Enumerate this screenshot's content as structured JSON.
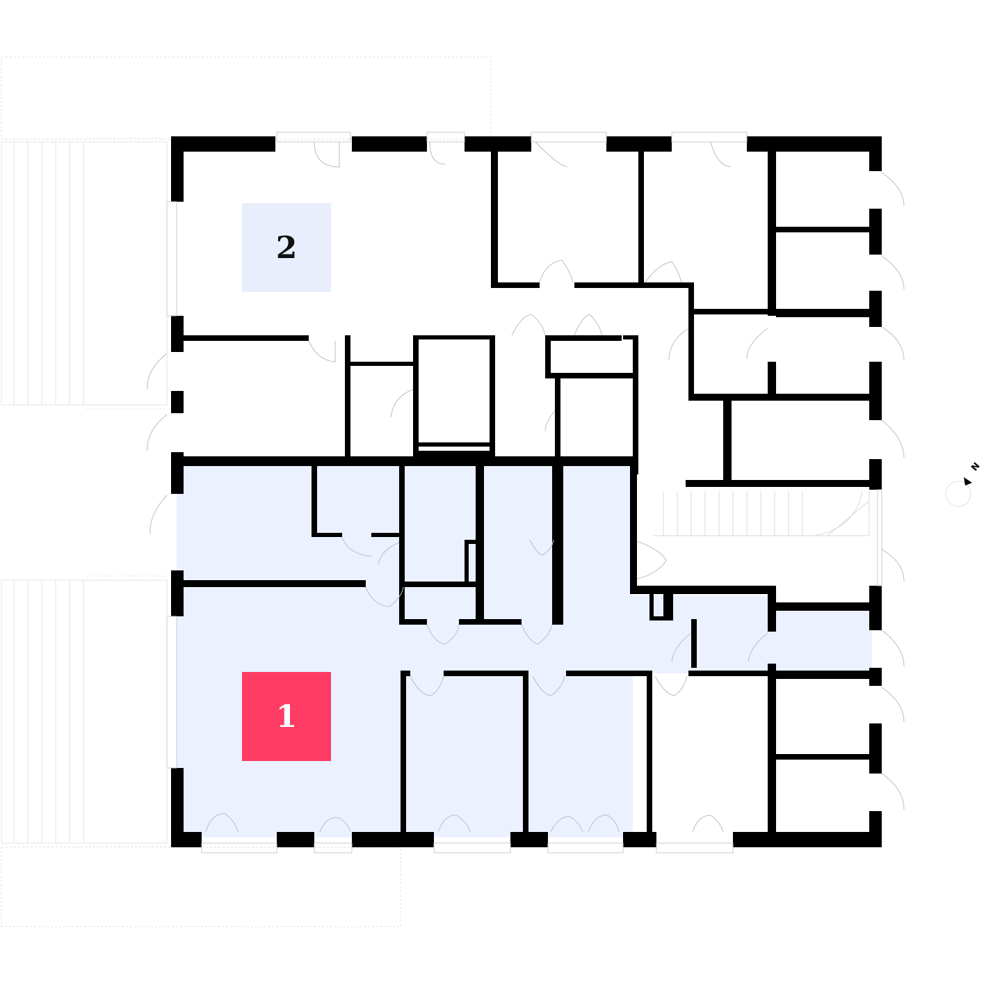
{
  "plan": {
    "units": [
      {
        "label": "2",
        "fill": "#e8eefb",
        "text_color": "#111111",
        "state": "default"
      },
      {
        "label": "1",
        "fill": "#fe3c63",
        "text_color": "#ffffff",
        "state": "selected"
      }
    ],
    "highlight_fill": "#ebf1ff",
    "wall_color": "#000000",
    "compass": {
      "label": "N",
      "icon": "north-arrow-icon"
    }
  }
}
